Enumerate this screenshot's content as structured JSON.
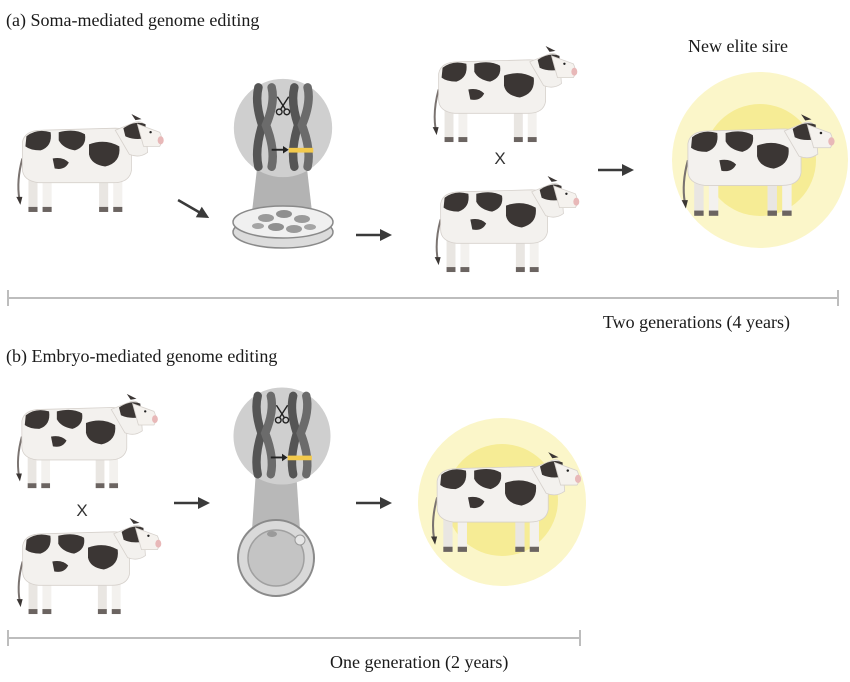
{
  "panel_a": {
    "title": "(a) Soma-mediated genome editing",
    "result_label": "New elite sire",
    "cross_symbol": "X",
    "timeline_label": "Two generations (4 years)"
  },
  "panel_b": {
    "title": "(b) Embryo-mediated genome editing",
    "cross_symbol": "X",
    "timeline_label": "One generation (2 years)"
  },
  "colors": {
    "cow_body": "#f3f1ee",
    "cow_spot": "#3b3634",
    "arrow": "#3a3a3a",
    "glow_outer": "#fbf6c9",
    "glow_inner": "#f6ec95",
    "timeline": "#bdbdbd",
    "edit_mark": "#f2c94c"
  }
}
